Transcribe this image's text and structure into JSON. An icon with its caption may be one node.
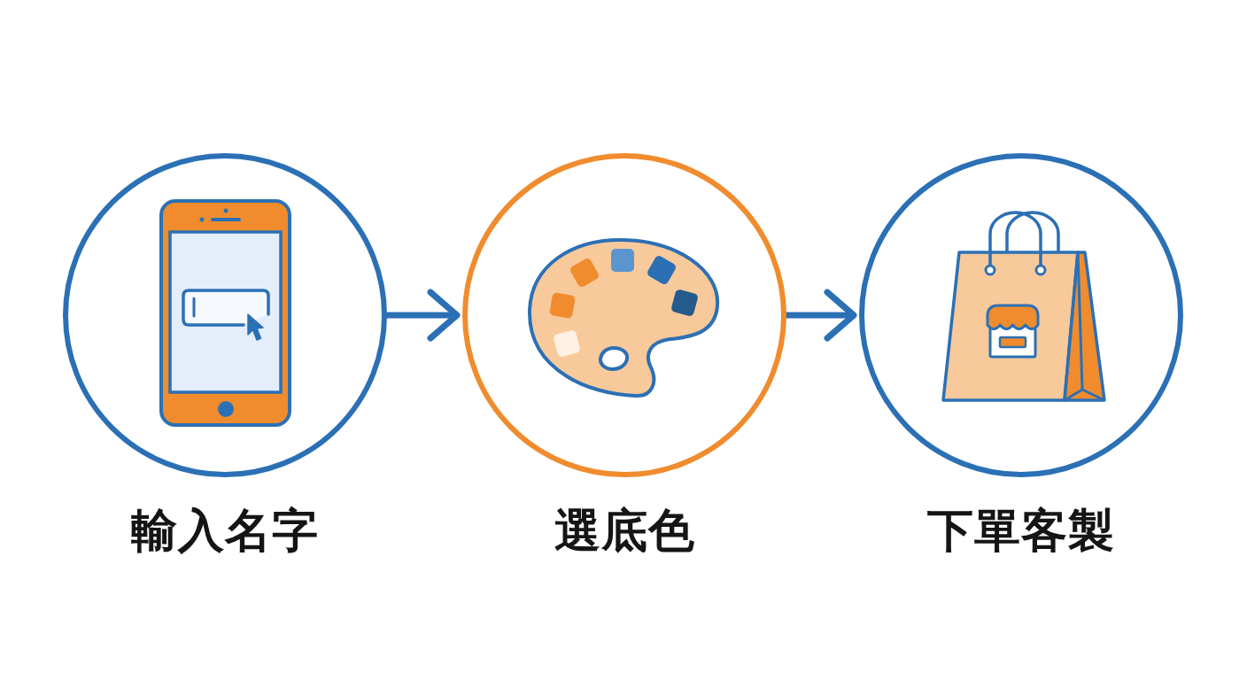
{
  "diagram": {
    "nodes": [
      {
        "text": [
          "輸入名字"
        ]
      },
      {
        "text": [
          "選底色"
        ]
      },
      {
        "text": [
          "下單客製"
        ]
      }
    ],
    "edges": [
      {
        "from": 0,
        "to": 1,
        "arrow": "to"
      },
      {
        "from": 1,
        "to": 2,
        "arrow": "to"
      }
    ]
  }
}
